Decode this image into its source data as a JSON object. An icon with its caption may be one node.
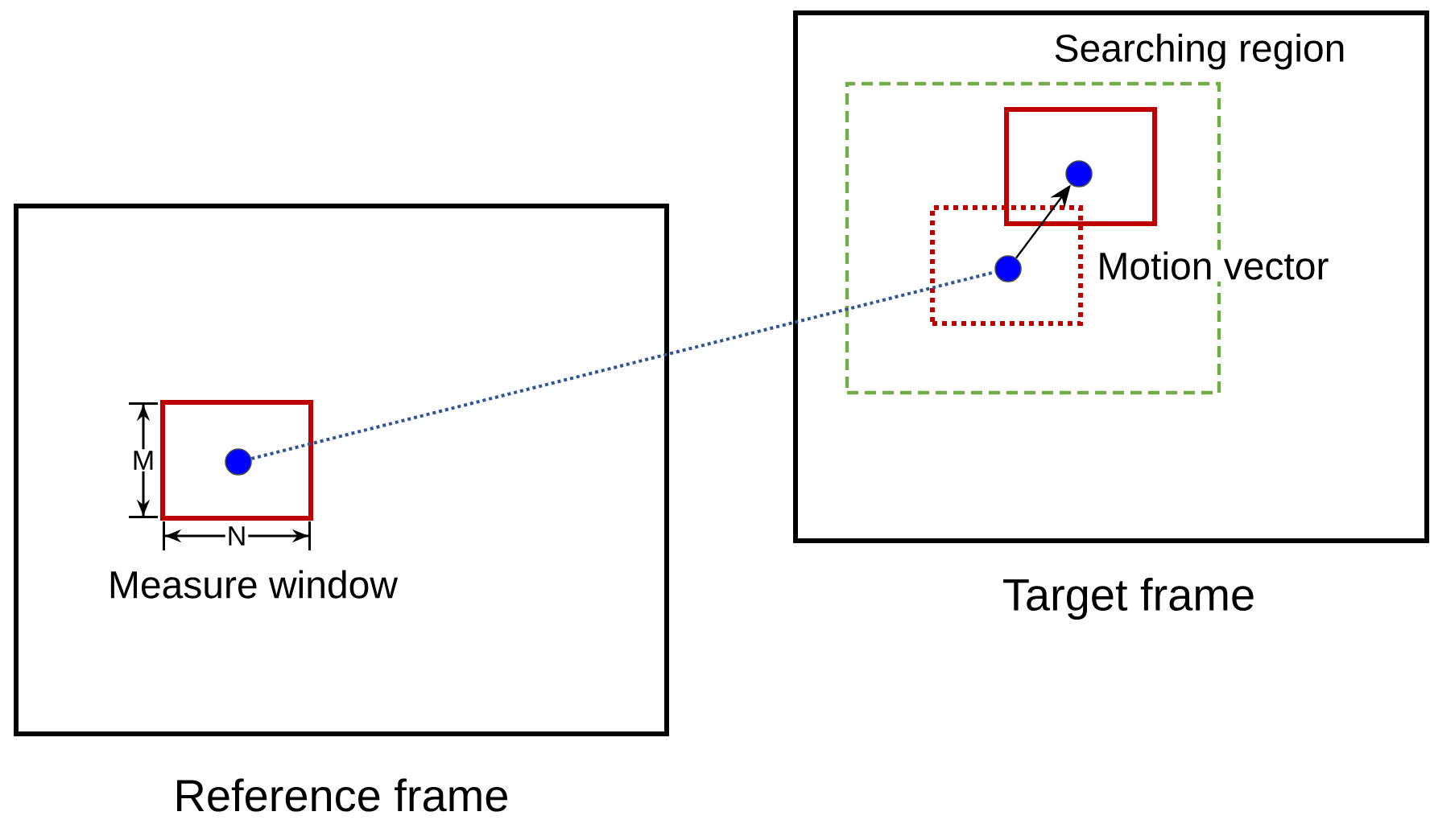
{
  "diagram": {
    "nodes": [
      {
        "text": [
          "Reference frame"
        ]
      },
      {
        "text": [
          "Measure window"
        ],
        "in": 0
      },
      {
        "text": [],
        "shape": "circle",
        "in": 1
      },
      {
        "text": [
          "Target frame"
        ]
      },
      {
        "text": [
          "Searching region"
        ],
        "in": 3
      },
      {
        "text": [],
        "shape": "box",
        "in": 4
      },
      {
        "text": [],
        "shape": "box",
        "in": 4
      },
      {
        "text": [],
        "shape": "circle",
        "in": 5
      },
      {
        "text": [],
        "shape": "circle",
        "in": 6
      }
    ],
    "edges": [
      {
        "from": 2,
        "to": 7,
        "arrow": "none",
        "style": "dashed",
        "color": "#2f5597"
      },
      {
        "from": 7,
        "to": 8,
        "arrow": "to",
        "label": "Motion vector",
        "color": "#000000"
      }
    ],
    "labels": [
      "M",
      "N"
    ]
  }
}
